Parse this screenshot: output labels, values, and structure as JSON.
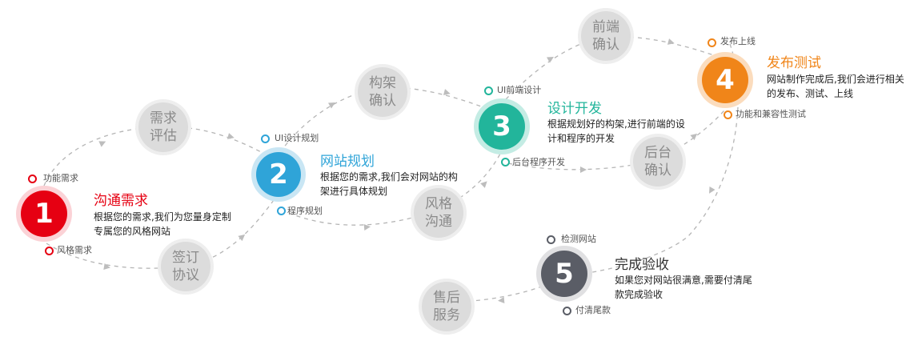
{
  "gray_nodes": [
    {
      "id": "xuqiu-pinggu",
      "label": "需求\n评估"
    },
    {
      "id": "qianyue-xieyi",
      "label": "签订\n协议"
    },
    {
      "id": "goujia-queren",
      "label": "构架\n确认"
    },
    {
      "id": "fengge-goutong",
      "label": "风格\n沟通"
    },
    {
      "id": "qianduan-queren",
      "label": "前端\n确认"
    },
    {
      "id": "houtai-queren",
      "label": "后台\n确认"
    },
    {
      "id": "shouhou-fuwu",
      "label": "售后\n服务"
    }
  ],
  "steps": [
    {
      "number": "1",
      "title": "沟通需求",
      "desc": "根据您的需求,我们为您量身定制专属您的风格网站",
      "color": "#e60012",
      "tags": [
        "功能需求",
        "风格需求"
      ]
    },
    {
      "number": "2",
      "title": "网站规划",
      "desc": "根据您的需求,我们会对网站的构架进行具体规划",
      "color": "#2fa4d8",
      "tags": [
        "UI设计规划",
        "程序规划"
      ]
    },
    {
      "number": "3",
      "title": "设计开发",
      "desc": "根据规划好的构架,进行前端的设计和程序的开发",
      "color": "#22b59b",
      "tags": [
        "UI前端设计",
        "后台程序开发"
      ]
    },
    {
      "number": "4",
      "title": "发布测试",
      "desc": "网站制作完成后,我们会进行相关的发布、测试、上线",
      "color": "#f08519",
      "tags": [
        "发布上线",
        "功能和兼容性测试"
      ]
    },
    {
      "number": "5",
      "title": "完成验收",
      "desc": "如果您对网站很满意,需要付清尾款完成验收",
      "color": "#5a5d66",
      "tags": [
        "检测网站",
        "付清尾款"
      ]
    }
  ],
  "colors": {
    "title_red": "#e60012",
    "title_blue": "#2fa4d8",
    "title_teal": "#22b59b",
    "title_orange": "#f08519",
    "title_dark": "#333333",
    "path": "#b3b3b3"
  }
}
